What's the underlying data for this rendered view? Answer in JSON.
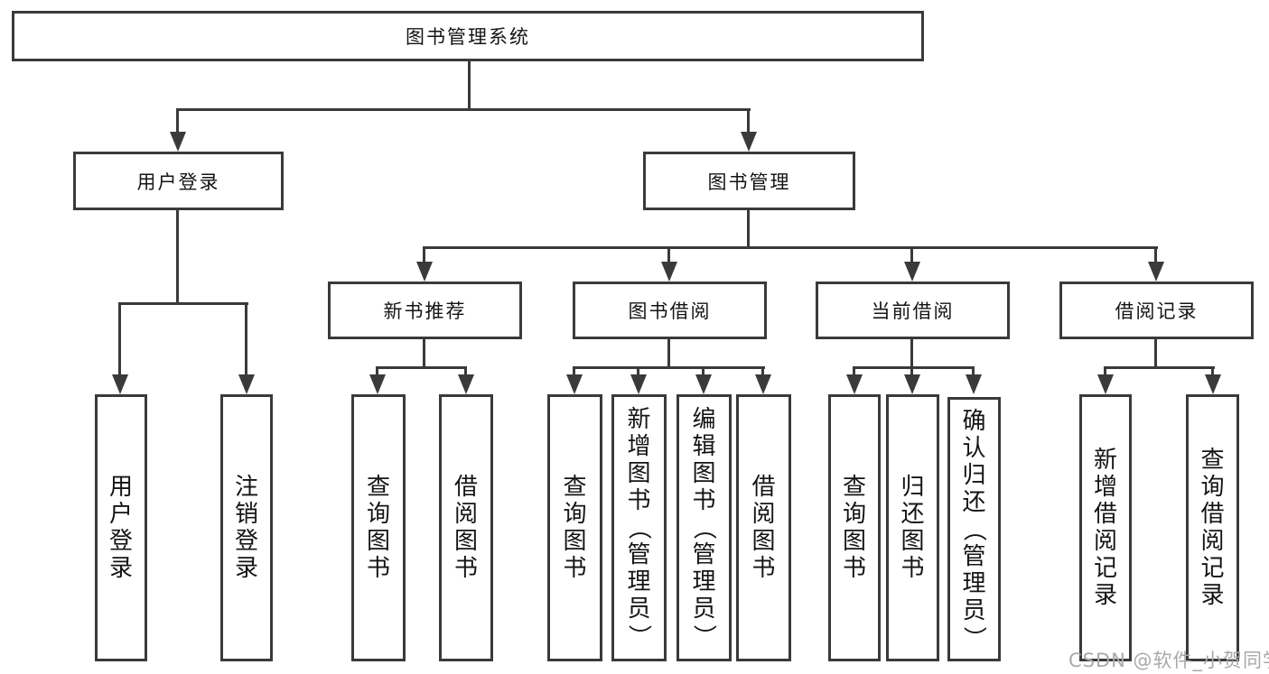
{
  "diagram": {
    "root": "图书管理系统",
    "user_login": {
      "label": "用户登录",
      "children": [
        "用户登录",
        "注销登录"
      ]
    },
    "book_mgmt": {
      "label": "图书管理",
      "sections": [
        {
          "label": "新书推荐",
          "children": [
            "查询图书",
            "借阅图书"
          ]
        },
        {
          "label": "图书借阅",
          "children": [
            "查询图书",
            "新增图书（管理员）",
            "编辑图书（管理员）",
            "借阅图书"
          ]
        },
        {
          "label": "当前借阅",
          "children": [
            "查询图书",
            "归还图书",
            "确认归还（管理员）"
          ]
        },
        {
          "label": "借阅记录",
          "children": [
            "新增借阅记录",
            "查询借阅记录"
          ]
        }
      ]
    }
  },
  "watermark": {
    "text": "CSDN @软件_小贺同学"
  },
  "colors": {
    "line": "#3a3a3a",
    "text": "#141414",
    "watermark": "#a9a9a9",
    "background": "#ffffff"
  }
}
